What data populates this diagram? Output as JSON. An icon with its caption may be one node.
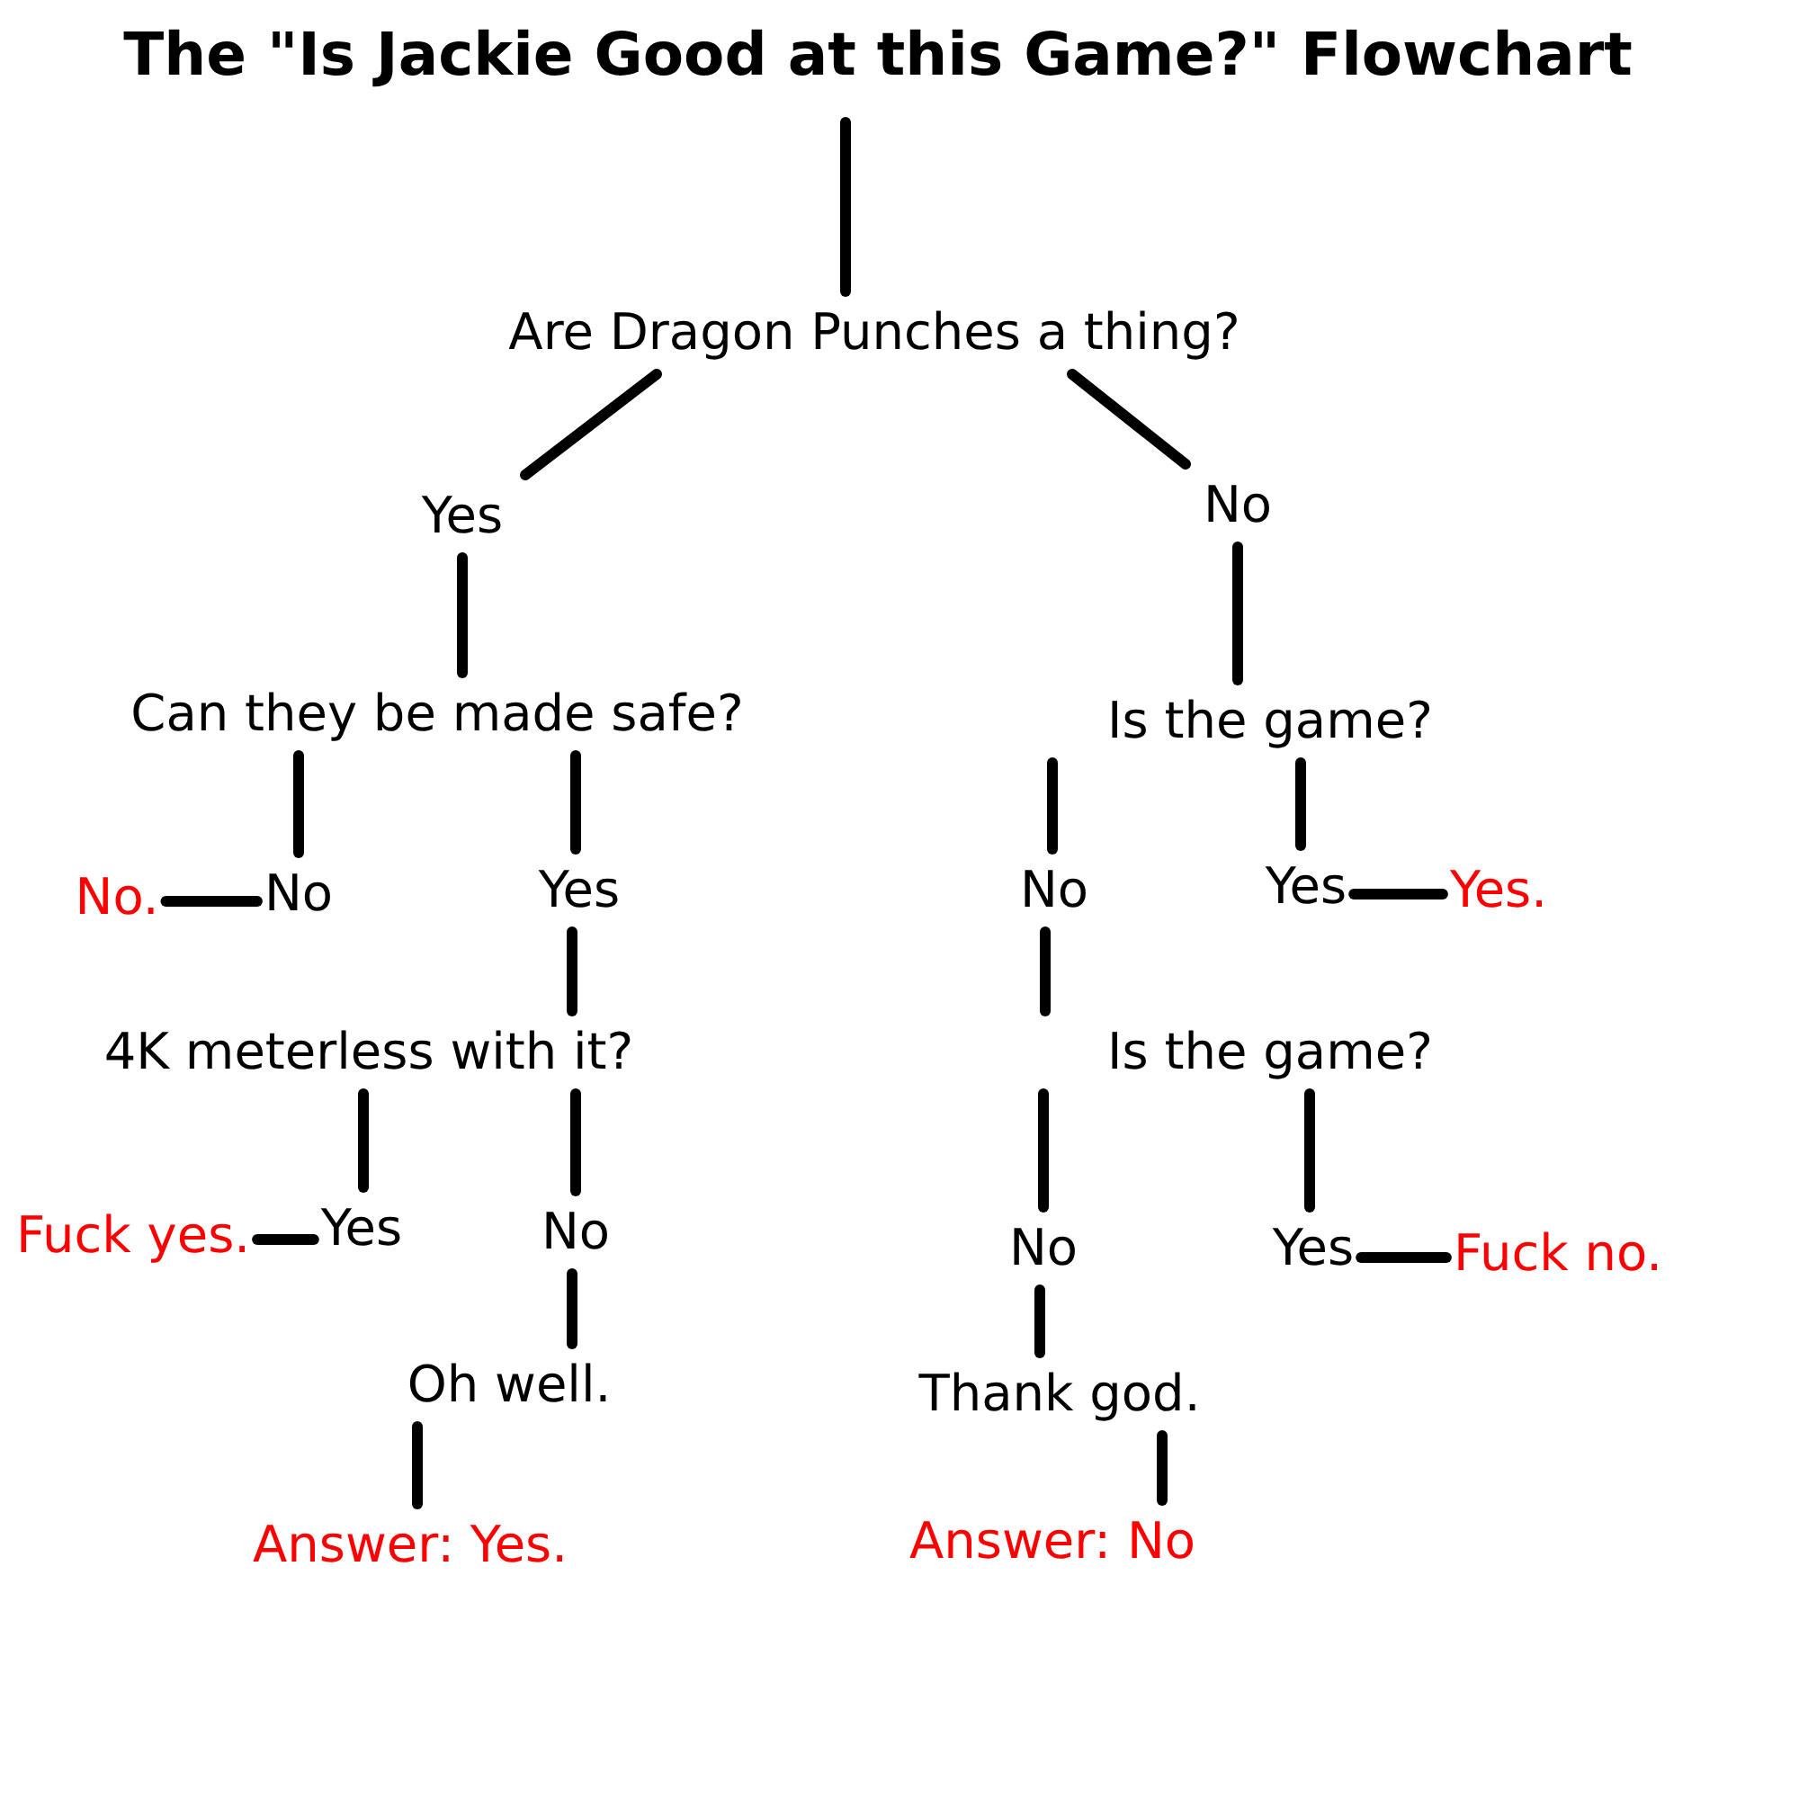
{
  "diagram": {
    "title": "The \"Is Jackie Good at this Game?\" Flowchart",
    "nodes": [
      {
        "text": [
          "Are Dragon Punches a thing?"
        ]
      },
      {
        "text": [
          "Yes"
        ]
      },
      {
        "text": [
          "No"
        ]
      },
      {
        "text": [
          "Can they be made safe?"
        ]
      },
      {
        "text": [
          "Is the game?"
        ]
      },
      {
        "text": [
          "No"
        ]
      },
      {
        "text": [
          "No."
        ]
      },
      {
        "text": [
          "Yes"
        ]
      },
      {
        "text": [
          "4K meterless with it?"
        ]
      },
      {
        "text": [
          "Yes"
        ]
      },
      {
        "text": [
          "Fuck yes."
        ]
      },
      {
        "text": [
          "No"
        ]
      },
      {
        "text": [
          "Oh well."
        ]
      },
      {
        "text": [
          "Answer: Yes."
        ]
      },
      {
        "text": [
          "No"
        ]
      },
      {
        "text": [
          "Yes"
        ]
      },
      {
        "text": [
          "Yes."
        ]
      },
      {
        "text": [
          "Is the game?"
        ]
      },
      {
        "text": [
          "No"
        ]
      },
      {
        "text": [
          "Yes"
        ]
      },
      {
        "text": [
          "Fuck no."
        ]
      },
      {
        "text": [
          "Thank god."
        ]
      },
      {
        "text": [
          "Answer: No"
        ]
      }
    ],
    "edges": [
      {
        "from": null,
        "to": 0,
        "arrow": "none"
      },
      {
        "from": 0,
        "to": 1,
        "arrow": "none"
      },
      {
        "from": 0,
        "to": 2,
        "arrow": "none"
      },
      {
        "from": 1,
        "to": 3,
        "arrow": "none"
      },
      {
        "from": 2,
        "to": 4,
        "arrow": "none"
      },
      {
        "from": 3,
        "to": 5,
        "arrow": "none"
      },
      {
        "from": 5,
        "to": 6,
        "arrow": "none"
      },
      {
        "from": 3,
        "to": 7,
        "arrow": "none"
      },
      {
        "from": 7,
        "to": 8,
        "arrow": "none"
      },
      {
        "from": 8,
        "to": 9,
        "arrow": "none"
      },
      {
        "from": 9,
        "to": 10,
        "arrow": "none"
      },
      {
        "from": 8,
        "to": 11,
        "arrow": "none"
      },
      {
        "from": 11,
        "to": 12,
        "arrow": "none"
      },
      {
        "from": 12,
        "to": 13,
        "arrow": "none"
      },
      {
        "from": 4,
        "to": 14,
        "arrow": "none"
      },
      {
        "from": 4,
        "to": 15,
        "arrow": "none"
      },
      {
        "from": 15,
        "to": 16,
        "arrow": "none"
      },
      {
        "from": 14,
        "to": 17,
        "arrow": "none"
      },
      {
        "from": 17,
        "to": 18,
        "arrow": "none"
      },
      {
        "from": 17,
        "to": 19,
        "arrow": "none"
      },
      {
        "from": 19,
        "to": 20,
        "arrow": "none"
      },
      {
        "from": 18,
        "to": 21,
        "arrow": "none"
      },
      {
        "from": 21,
        "to": 22,
        "arrow": "none"
      }
    ]
  }
}
